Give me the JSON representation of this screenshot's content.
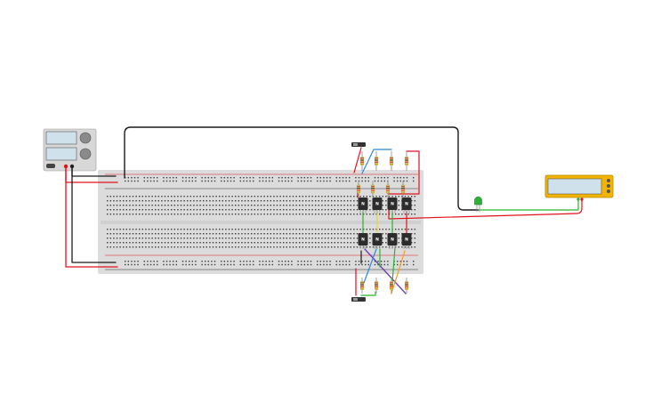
{
  "colors": {
    "canvas": "#ffffff",
    "breadboard": "#dcdcdc",
    "breadboard_hole": "#3a3a3a",
    "rail_red": "#e0121e",
    "rail_black": "#2b2b2b",
    "wire_black": "#1a1a1a",
    "wire_red": "#e0121e",
    "wire_green": "#2bb32b",
    "wire_blue": "#2a8be0",
    "wire_yellow": "#e8d43a",
    "wire_purple": "#6a3fb0",
    "wire_orange": "#f0a020",
    "power_supply_body": "#d8d8d8",
    "power_supply_display": "#cfe1ea",
    "multimeter_body": "#f2b400",
    "multimeter_display": "#cfe1ea",
    "transistor_body": "#2c2c2c",
    "led_green": "#2fae3a",
    "resistor_body": "#e6c27a"
  },
  "components": {
    "power_supply": {
      "icon": "dc-power-supply-icon"
    },
    "breadboard": {
      "icon": "breadboard-icon"
    },
    "multimeter": {
      "icon": "multimeter-icon"
    },
    "led": {
      "icon": "led-icon",
      "color": "green"
    },
    "transistors": [
      {
        "label": "N"
      },
      {
        "label": "N"
      },
      {
        "label": "N"
      },
      {
        "label": "N"
      },
      {
        "label": "N"
      },
      {
        "label": "N"
      },
      {
        "label": "N"
      },
      {
        "label": "N"
      }
    ],
    "switches": [
      {
        "icon": "slide-switch-icon"
      },
      {
        "icon": "slide-switch-icon"
      }
    ],
    "resistors_count": 12
  }
}
